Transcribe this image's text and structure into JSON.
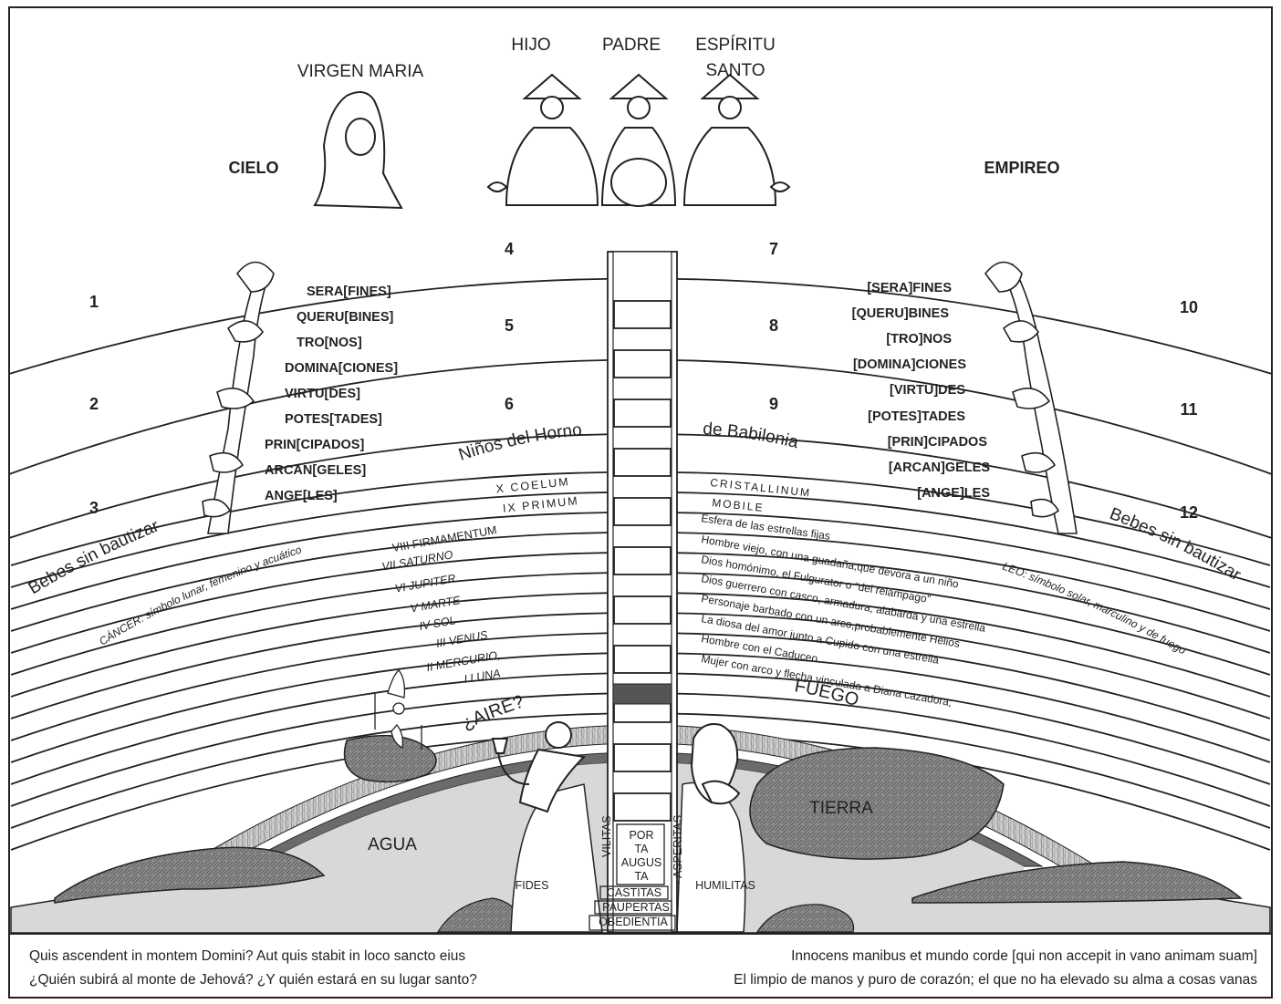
{
  "colors": {
    "ink": "#222222",
    "land": "#8a8a8a",
    "water": "#d8d8d8",
    "fire_band": "#6b6b6b",
    "air_band": "#bdbdbd"
  },
  "top": {
    "virgen": "VIRGEN MARIA",
    "hijo": "HIJO",
    "padre": "PADRE",
    "espiritu_1": "ESPÍRITU",
    "espiritu_2": "SANTO",
    "cielo": "CIELO",
    "empireo": "EMPIREO"
  },
  "numbers": {
    "n1": "1",
    "n2": "2",
    "n3": "3",
    "n4": "4",
    "n5": "5",
    "n6": "6",
    "n7": "7",
    "n8": "8",
    "n9": "9",
    "n10": "10",
    "n11": "11",
    "n12": "12"
  },
  "choirs_left": [
    "SERA[FINES]",
    "QUERU[BINES]",
    "TRO[NOS]",
    "DOMINA[CIONES]",
    "VIRTU[DES]",
    "POTES[TADES]",
    "PRIN[CIPADOS]",
    "ARCAN[GELES]",
    "ANGE[LES]"
  ],
  "choirs_right": [
    "[SERA]FINES",
    "[QUERU]BINES",
    "[TRO]NOS",
    "[DOMINA]CIONES",
    "[VIRTU]DES",
    "[POTES]TADES",
    "[PRIN]CIPADOS",
    "[ARCAN]GELES",
    "[ANGE]LES"
  ],
  "horno_left": "Niños del Horno",
  "horno_right": "de Babilonia",
  "bebes_left": "Bebes sin bautizar",
  "bebes_right": "Bebes sin bautizar",
  "spheres_left": [
    "X COELUM",
    "IX PRIMUM",
    "VIII FIRMAMENTUM",
    "VII SATURNO",
    "VI JUPITER",
    "V MARTE",
    "IV SOL",
    "III VENUS",
    "II MERCURIO,",
    "I LUNA"
  ],
  "spheres_right": [
    "CRISTALLINUM",
    "MOBILE",
    "Esfera de las estrellas fijas",
    "Hombre viejo, con una guadaña,que devora a un niño",
    "Dios homónimo, el Fulgurator o “del relámpago”",
    "Dios guerrero con casco, armadura, alabarda y una estrella",
    "Personaje barbado con un arco,probablemente Helios",
    "La diosa del amor junto a Cupido con una estrella",
    "Hombre con el Caduceo",
    "Mujer con arco y flecha vinculada a Diana cazadora;"
  ],
  "cancer": "CÁNCER: símbolo lunar, femenino y acuático",
  "leo": "LEO: símbolo solar, marculino y de fuego",
  "aire": "¿AIRE?",
  "fuego": "FUEGO",
  "tierra": "TIERRA",
  "agua": "AGUA",
  "virtues": {
    "vilitas": "VILITAS",
    "asperitas": "- ASPERITAS",
    "porta": [
      "POR",
      "TA",
      "AUGUS",
      "TA"
    ],
    "castitas": "CASTITAS",
    "paupertas": "PAUPERTAS",
    "obedientia": "OBEDIENTIA",
    "fides": "FIDES",
    "humilitas": "HUMILITAS"
  },
  "footer": {
    "left_1": "Quis ascendent in montem Domini? Aut quis stabit in loco sancto eius",
    "left_2": "¿Quién subirá al monte de Jehová? ¿Y quién estará en su lugar santo?",
    "right_1": "Innocens manibus et mundo corde [qui non accepit in vano animam suam]",
    "right_2": "El limpio de manos y puro de corazón; el que no ha elevado su alma a cosas vanas"
  }
}
